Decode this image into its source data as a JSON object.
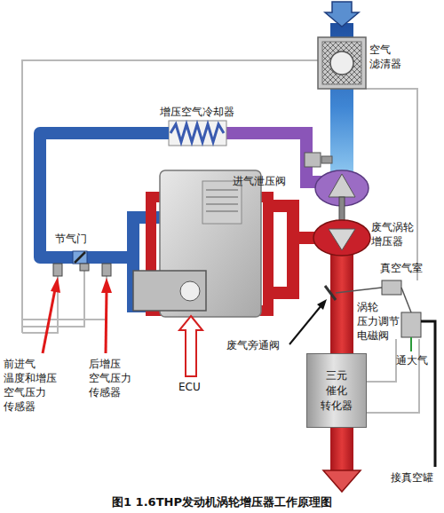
{
  "diagram": {
    "caption": "图1 1.6THP发动机涡轮增压器工作原理图",
    "nodes": [
      {
        "text": [
          "三元 催化 转化器"
        ]
      }
    ],
    "labels": [
      "空气 滤清器",
      "增压空气冷却器",
      "进气泄压阀",
      "废气涡轮 增压器",
      "真空气室",
      "涡轮 压力调节 电磁阀",
      "节气门",
      "废气旁通阀",
      "通大气",
      "前进气 温度和增压 空气压力 传感器",
      "后增压 空气压力 传感器",
      "ECU",
      "接真空罐"
    ]
  }
}
